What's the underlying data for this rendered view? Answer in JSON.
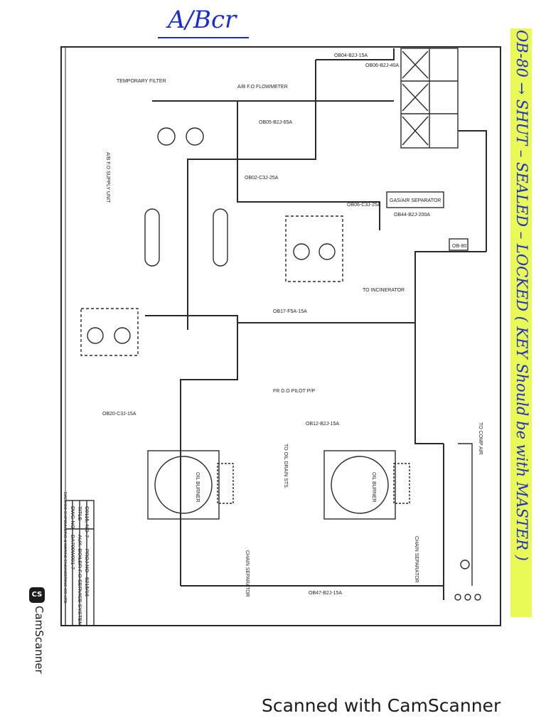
{
  "header": {
    "handwritten_title": "A/Bcr"
  },
  "annotation": {
    "text": "OB-80 → SHUT – SEALED – LOCKED ( KEY Should be with MASTER )"
  },
  "scanner": {
    "side_label": "CamScanner",
    "logo": "CS",
    "footer": "Scanned with CamScanner"
  },
  "drawing": {
    "unit_title": "A/B F.O SUPPLY UNIT",
    "temporary_filter": "TEMPORARY FILTER",
    "flowmeter": "A/B F.O FLOWMETER",
    "separator": "GAS/AIR SEPARATOR",
    "to_incinerator": "TO INCINERATOR",
    "pilot": "FR D.O PILOT P/P",
    "burner_left": "OIL BURNER",
    "burner_right": "OIL BURNER",
    "chain_left": "CHAIN SEPARATOR",
    "chain_right": "CHAIN SEPARATOR",
    "to_oil_drain": "TO OIL DRAIN STS.",
    "to_comp_air": "TO COMP AIR",
    "valve_label": "OB-80",
    "line_labels": [
      "OB04-B2J-15A",
      "OB06-B2J-40A",
      "OB05-B2J-65A",
      "OB02-C3J-25A",
      "OB06-C3J-25A",
      "OB12-B2J-15A",
      "OB17-F5A-15A",
      "OB44-B2J-200A",
      "OB47-B2J-15A",
      "OB20-C3J-15A"
    ],
    "title_block": {
      "rows": [
        {
          "label": "DWG NO",
          "value": "DA700W001-7"
        },
        {
          "label": "TITLE",
          "value": "AUX. BOILER F.O SERVICE SYSTEM"
        },
        {
          "label": "C0115, NO",
          "value": "7"
        },
        {
          "label": "PROJ.NO",
          "value": "5215/16"
        }
      ],
      "company": "DAEWOO SHIPBUILDING & MARINE ENGINEERING CO.,LTD."
    }
  }
}
